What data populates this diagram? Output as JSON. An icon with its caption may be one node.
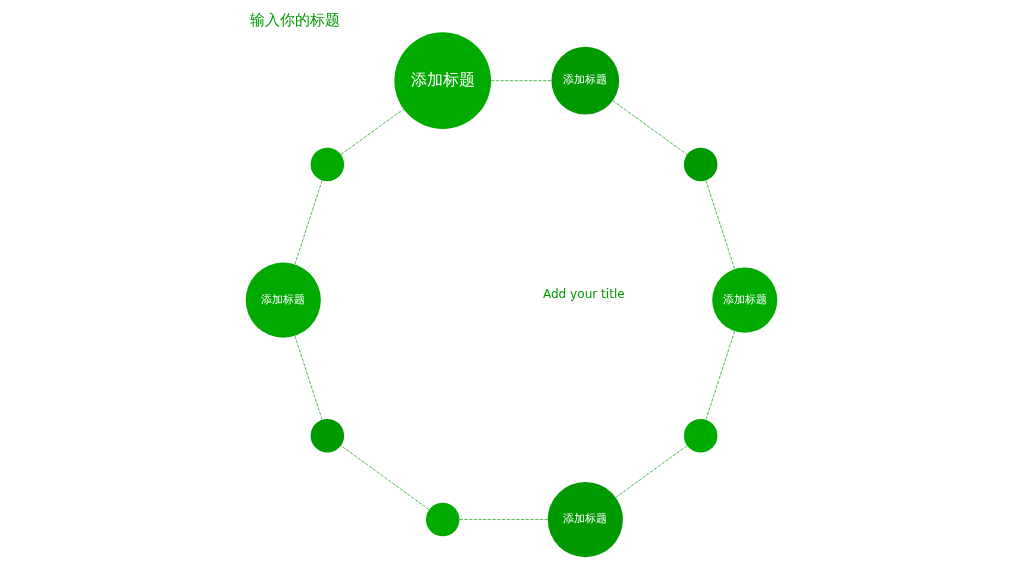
{
  "diagram": {
    "title": "输入你的标题",
    "nodes": [
      {
        "text": [],
        "shape": "circle"
      },
      {
        "text": [
          "添加标题"
        ]
      },
      {
        "text": [
          "添加标题"
        ]
      },
      {
        "text": [],
        "shape": "circle"
      },
      {
        "text": [],
        "shape": "circle"
      },
      {
        "text": [
          "添加标题"
        ]
      },
      {
        "text": [],
        "shape": "circle"
      },
      {
        "text": [
          "添加标题"
        ]
      },
      {
        "text": [
          "添加标题"
        ]
      },
      {
        "text": [],
        "shape": "circle"
      }
    ],
    "edges": [
      {
        "from": 2,
        "to": 0,
        "arrow": "none",
        "style": "dashed"
      },
      {
        "from": 0,
        "to": 1,
        "arrow": "none",
        "style": "dashed"
      },
      {
        "from": 1,
        "to": 3,
        "arrow": "none",
        "style": "dashed"
      },
      {
        "from": 3,
        "to": 6,
        "arrow": "none",
        "style": "dashed"
      },
      {
        "from": 6,
        "to": 8,
        "arrow": "none",
        "style": "dashed"
      },
      {
        "from": 8,
        "to": 9,
        "arrow": "none",
        "style": "dashed"
      },
      {
        "from": 9,
        "to": 5,
        "arrow": "none",
        "style": "dashed"
      },
      {
        "from": 5,
        "to": 7,
        "arrow": "none",
        "style": "dashed"
      },
      {
        "from": 7,
        "to": 4,
        "arrow": "none",
        "style": "dashed"
      },
      {
        "from": 4,
        "to": 2,
        "arrow": "none",
        "style": "dashed"
      }
    ],
    "labels": [
      "Add your title"
    ]
  }
}
